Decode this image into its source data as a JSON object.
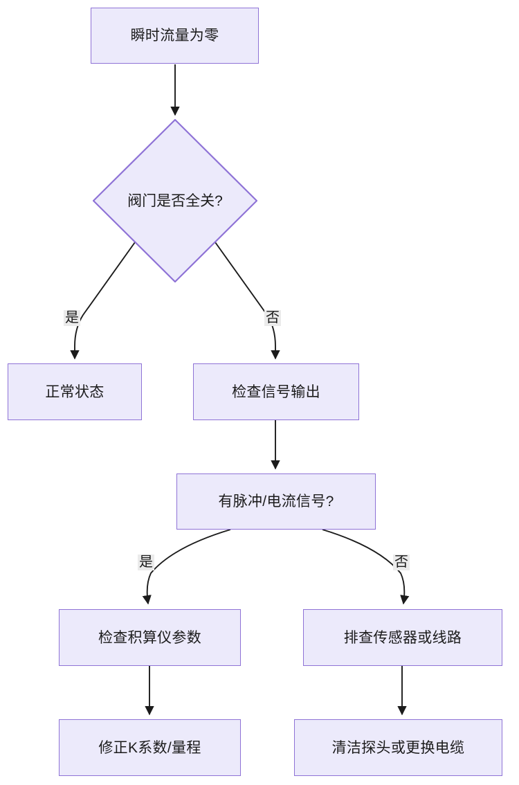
{
  "diagram": {
    "type": "flowchart",
    "direction": "top-down",
    "theme": {
      "background": "#ffffff",
      "node_fill": "#ECEAFB",
      "node_stroke": "#8E72D6",
      "edge_stroke": "#1b1b1b",
      "text_color": "#1b1b1b",
      "edge_label_background": "#EBEBEB"
    },
    "nodes": [
      {
        "id": "n1",
        "shape": "rect",
        "label": "瞬时流量为零"
      },
      {
        "id": "n2",
        "shape": "diamond",
        "label": "阀门是否全关?"
      },
      {
        "id": "n3",
        "shape": "rect",
        "label": "正常状态"
      },
      {
        "id": "n4",
        "shape": "rect",
        "label": "检查信号输出"
      },
      {
        "id": "n5",
        "shape": "rect",
        "label": "有脉冲/电流信号?"
      },
      {
        "id": "n6",
        "shape": "rect",
        "label": "检查积算仪参数"
      },
      {
        "id": "n7",
        "shape": "rect",
        "label": "排查传感器或线路"
      },
      {
        "id": "n8",
        "shape": "rect",
        "label": "修正K系数/量程"
      },
      {
        "id": "n9",
        "shape": "rect",
        "label": "清洁探头或更换电缆"
      }
    ],
    "edges": [
      {
        "from": "n1",
        "to": "n2",
        "label": ""
      },
      {
        "from": "n2",
        "to": "n3",
        "label": "是"
      },
      {
        "from": "n2",
        "to": "n4",
        "label": "否"
      },
      {
        "from": "n4",
        "to": "n5",
        "label": ""
      },
      {
        "from": "n5",
        "to": "n6",
        "label": "是"
      },
      {
        "from": "n5",
        "to": "n7",
        "label": "否"
      },
      {
        "from": "n6",
        "to": "n8",
        "label": ""
      },
      {
        "from": "n7",
        "to": "n9",
        "label": ""
      }
    ]
  }
}
